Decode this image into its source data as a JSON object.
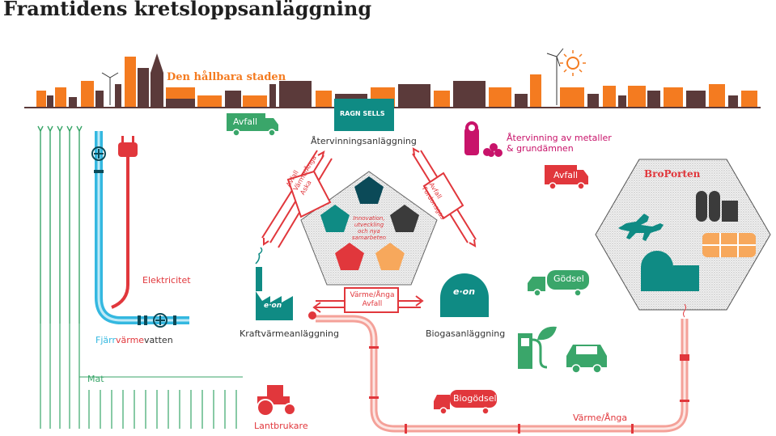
{
  "title": "Framtidens kretsloppsanläggning",
  "city": {
    "label": "Den hållbara staden"
  },
  "recycling": {
    "truck_label": "Avfall",
    "logo_text": "RAGN SELLS",
    "facility_label": "Återvinningsanläggning",
    "flow_left": [
      "Avfall",
      "Värme/Ånga",
      "Aska"
    ],
    "flow_right": [
      "Avfall",
      "Fordonsgas"
    ]
  },
  "metals": {
    "label_line1": "Återvinning av metaller",
    "label_line2": "& grundämnen"
  },
  "broporten": {
    "truck_label": "Avfall",
    "title": "BroPorten"
  },
  "center": {
    "line1": "Innovation,",
    "line2": "utveckling",
    "line3": "och nya",
    "line4": "samarbeten"
  },
  "electricity": {
    "label": "Elektricitet"
  },
  "district_heating": {
    "prefix": "Fjärr",
    "highlight": "värme",
    "suffix": "vatten"
  },
  "chp": {
    "logo": "e·on",
    "label": "Kraftvärmeanläggning"
  },
  "link_flow": {
    "line1": "Värme/Ånga",
    "line2": "Avfall"
  },
  "biogas": {
    "logo": "e·on",
    "label": "Biogasanläggning"
  },
  "manure_truck": {
    "label": "Gödsel"
  },
  "food": {
    "label": "Mat"
  },
  "farmer": {
    "label": "Lantbrukare"
  },
  "biomanure_truck": {
    "label": "Biogödsel"
  },
  "steam_pipe": {
    "label": "Värme/Ånga"
  },
  "colors": {
    "red": "#e1373c",
    "orange": "#f47b20",
    "teal": "#0f8b84",
    "dark_teal": "#0b4a58",
    "dark_brown": "#5b3a3a",
    "green": "#3aa66a",
    "pipe_blue": "#34b8e0",
    "magenta": "#c8136a"
  },
  "icons": [
    "plug-icon",
    "valve-icon",
    "tractor-icon",
    "truck-icon",
    "horse-icon",
    "fuel-pump-icon",
    "car-icon",
    "leaf-icon",
    "wind-turbine-icon",
    "sun-icon"
  ]
}
